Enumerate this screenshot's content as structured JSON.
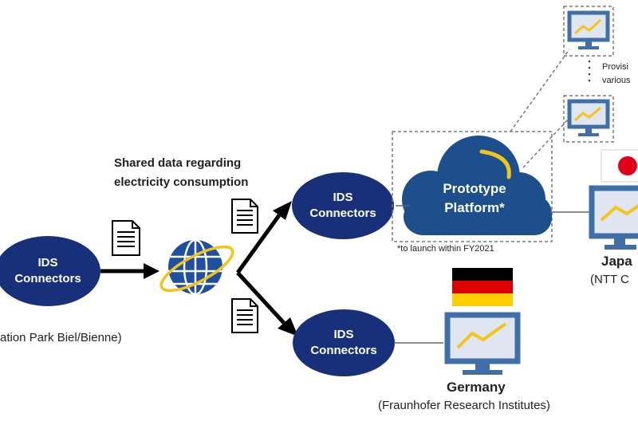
{
  "shared_data": {
    "line1": "Shared data regarding",
    "line2": "electricity consumption"
  },
  "connectors": {
    "left": {
      "line1": "IDS",
      "line2": "Connectors",
      "caption": "ation Park Biel/Bienne)"
    },
    "top": {
      "line1": "IDS",
      "line2": "Connectors"
    },
    "bottom": {
      "line1": "IDS",
      "line2": "Connectors"
    }
  },
  "platform": {
    "line1": "Prototype",
    "line2": "Platform*",
    "footnote": "*to launch within FY2021"
  },
  "provision": {
    "line1": "Provisi",
    "line2": "various"
  },
  "japan": {
    "name": "Japa",
    "org": "(NTT C"
  },
  "germany": {
    "name": "Germany",
    "org": "(Fraunhofer Research Institutes)"
  },
  "colors": {
    "navy": "#18307a",
    "cloud": "#1c4f8c",
    "monitor_blue": "#3f6fa6",
    "screen": "#dfe6f1",
    "chart_line": "#f3c41a",
    "japan_red": "#e0001a",
    "de_black": "#000000",
    "de_red": "#dd0000",
    "de_gold": "#ffce00"
  },
  "icons": [
    "document-icon",
    "globe-icon",
    "monitor-icon",
    "cloud-icon",
    "japan-flag-icon",
    "germany-flag-icon"
  ]
}
